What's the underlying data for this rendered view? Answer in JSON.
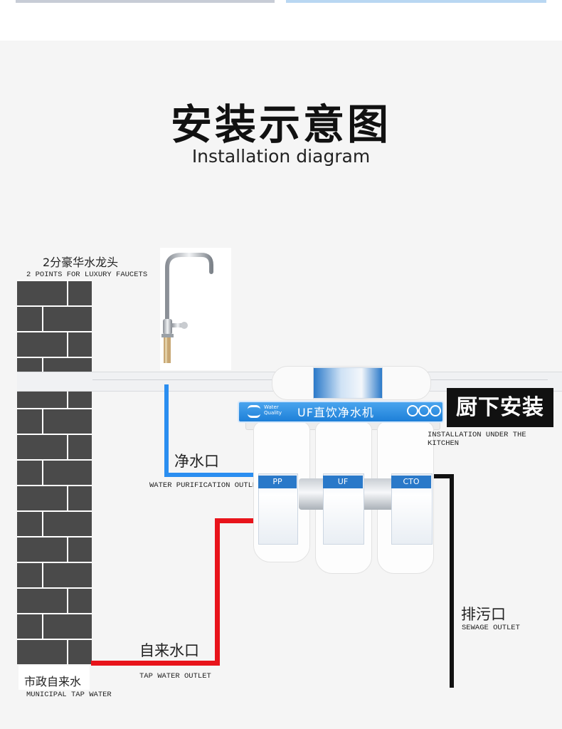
{
  "title": {
    "cn": "安装示意图",
    "en": "Installation diagram"
  },
  "faucet": {
    "cn": "2分豪华水龙头",
    "en": "2 POINTS FOR LUXURY FAUCETS"
  },
  "kitchen": {
    "cn": "厨下安装",
    "en": "INSTALLATION UNDER THE KITCHEN"
  },
  "purified_outlet": {
    "cn": "净水口",
    "en": "WATER PURIFICATION OUTLET"
  },
  "tap_outlet": {
    "cn": "自来水口",
    "en": "TAP WATER OUTLET"
  },
  "sewage_outlet": {
    "cn": "排污口",
    "en": "SEWAGE OUTLET"
  },
  "municipal": {
    "cn": "市政自来水",
    "en": "MUNICIPAL TAP WATER"
  },
  "device": {
    "brand_small": "Water Quality",
    "name": "UF直饮净水机",
    "filters": [
      "PP",
      "UF",
      "CTO"
    ]
  },
  "colors": {
    "clean_pipe": "#2b8ef0",
    "tap_pipe": "#e8141b",
    "sewage_pipe": "#111111",
    "brick": "#4a4a4a",
    "accent_blue": "#1d7fd8"
  }
}
